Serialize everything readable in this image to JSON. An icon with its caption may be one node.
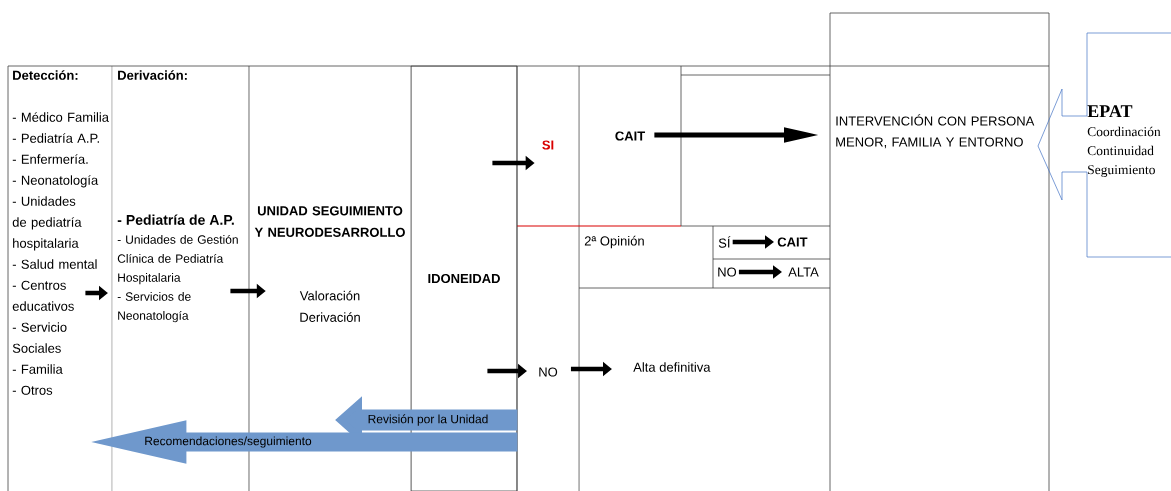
{
  "diagram": {
    "nodes": [
      {
        "text": [
          "Detección:",
          "- Médico Familia",
          "- Pediatría A.P.",
          "- Enfermería.",
          "- Neonatología",
          "- Unidades de pediatría hospitalaria",
          "- Salud mental",
          "- Centros educativos",
          "- Servicio Sociales",
          "- Familia",
          "- Otros"
        ]
      },
      {
        "text": [
          "Derivación:",
          "- Pediatría de A.P.",
          "- Unidades de Gestión Clínica de Pediatría Hospitalaria",
          "- Servicios de Neonatología"
        ]
      },
      {
        "text": [
          "UNIDAD SEGUIMIENTO Y NEURODESARROLLO",
          "Valoración",
          "Derivación"
        ]
      },
      {
        "text": [
          "IDONEIDAD"
        ]
      },
      {
        "text": [
          "SI"
        ]
      },
      {
        "text": [
          "NO"
        ]
      },
      {
        "text": [
          "CAIT"
        ]
      },
      {
        "text": [
          "2ª Opinión"
        ]
      },
      {
        "text": [
          "SÍ"
        ]
      },
      {
        "text": [
          "CAIT"
        ]
      },
      {
        "text": [
          "NO"
        ]
      },
      {
        "text": [
          "ALTA"
        ]
      },
      {
        "text": [
          "Alta definitiva"
        ]
      },
      {
        "text": [
          "INTERVENCIÓN CON PERSONA MENOR, FAMILIA Y ENTORNO"
        ]
      },
      {
        "text": [
          "EPAT",
          "Coordinación",
          "Continuidad",
          "Seguimiento"
        ]
      }
    ],
    "edges": [
      {
        "from": 0,
        "to": 1,
        "arrow": "to"
      },
      {
        "from": 1,
        "to": 2,
        "arrow": "to"
      },
      {
        "from": 3,
        "to": 4,
        "arrow": "to"
      },
      {
        "from": 3,
        "to": 5,
        "arrow": "to"
      },
      {
        "from": 5,
        "to": 12,
        "arrow": "to"
      },
      {
        "from": 6,
        "to": 13,
        "arrow": "to"
      },
      {
        "from": 8,
        "to": 9,
        "arrow": "to"
      },
      {
        "from": 10,
        "to": 11,
        "arrow": "to"
      },
      {
        "from": 3,
        "to": null,
        "arrow": "to",
        "label": "Revisión por la Unidad",
        "style": "thick",
        "color": "#6f98cc"
      },
      {
        "from": 3,
        "to": 0,
        "arrow": "to",
        "label": "Recomendaciones/seguimiento",
        "style": "thick",
        "color": "#6f98cc"
      }
    ]
  }
}
